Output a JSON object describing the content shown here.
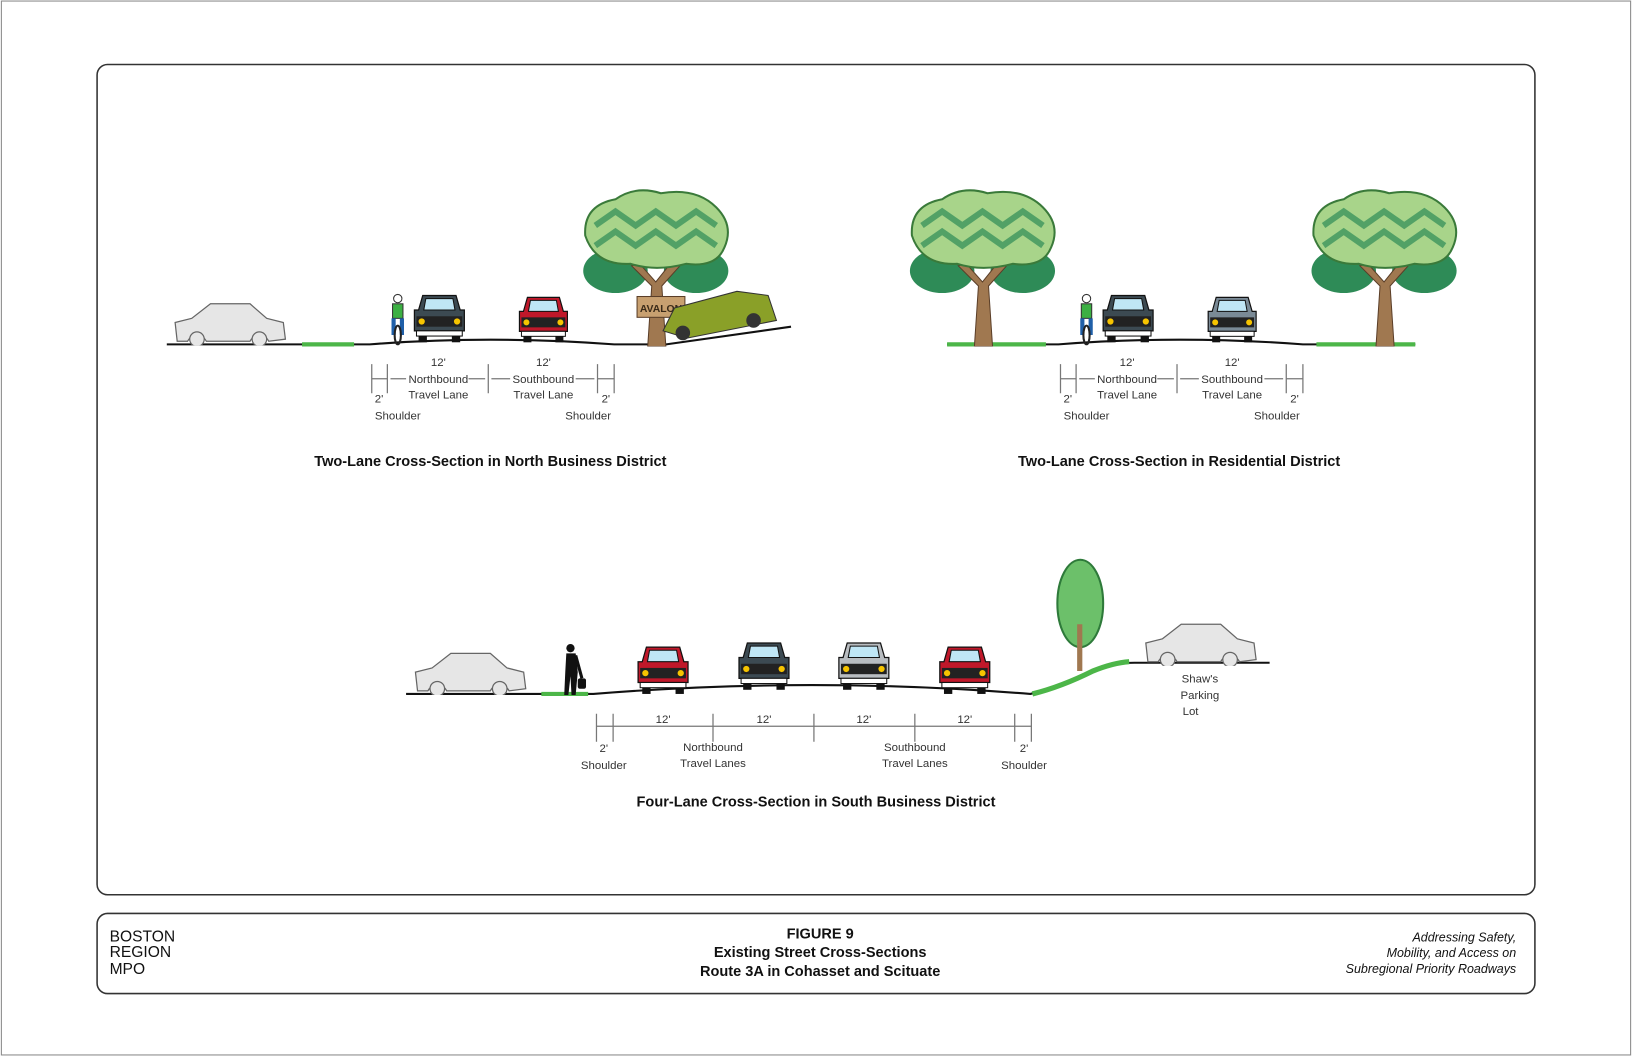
{
  "sections": [
    {
      "title": "Two-Lane Cross-Section in North Business District",
      "lane_width": "12'",
      "shoulder_width": "2'",
      "shoulder_label": "Shoulder",
      "northbound": [
        "Northbound",
        "Travel Lane"
      ],
      "southbound": [
        "Southbound",
        "Travel Lane"
      ],
      "sign_text": "AVALON"
    },
    {
      "title": "Two-Lane Cross-Section in Residential District",
      "lane_width": "12'",
      "shoulder_width": "2'",
      "shoulder_label": "Shoulder",
      "northbound": [
        "Northbound",
        "Travel Lane"
      ],
      "southbound": [
        "Southbound",
        "Travel Lane"
      ]
    },
    {
      "title": "Four-Lane Cross-Section in South Business District",
      "lane_width": "12'",
      "shoulder_width": "2'",
      "shoulder_label": "Shoulder",
      "northbound": [
        "Northbound",
        "Travel Lanes"
      ],
      "southbound": [
        "Southbound",
        "Travel Lanes"
      ],
      "parking": [
        "Shaw's",
        "Parking",
        "Lot"
      ]
    }
  ],
  "footer": {
    "org": [
      "BOSTON",
      "REGION",
      "MPO"
    ],
    "figure": "FIGURE 9",
    "title": "Existing Street Cross-Sections",
    "subtitle": "Route 3A in Cohasset and Scituate",
    "report": [
      "Addressing Safety,",
      "Mobility, and Access on",
      "Subregional Priority Roadways"
    ]
  },
  "colors": {
    "grass": "#4cb648",
    "tree_light": "#a8d48a",
    "tree_dark": "#2e8b57",
    "trunk": "#a07850",
    "red_car": "#c0182a",
    "dark_car": "#3c4a52",
    "gray_car": "#b8bcc0",
    "olive_car": "#8aa028"
  }
}
